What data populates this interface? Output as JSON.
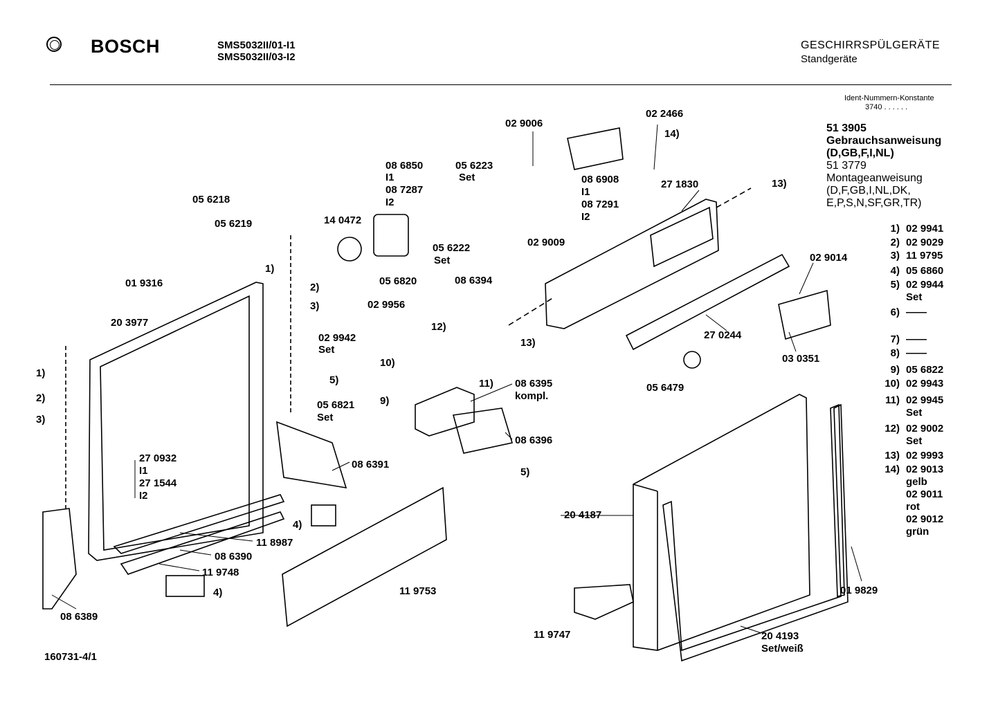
{
  "header": {
    "brand": "BOSCH",
    "models": [
      "SMS5032II/01-I1",
      "SMS5032II/03-I2"
    ],
    "category": "GESCHIRRSPÜLGERÄTE",
    "subcategory": "Standgeräte"
  },
  "ident": {
    "label": "Ident-Nummern-Konstante",
    "value": "3740  . .   . . . ."
  },
  "documents": [
    "51 3905",
    "Gebrauchsanweisung",
    "(D,GB,F,I,NL)",
    "51 3779",
    "Montageanweisung",
    "(D,F,GB,I,NL,DK,",
    "E,P,S,N,SF,GR,TR)"
  ],
  "parts_list": [
    {
      "n": "1)",
      "v": [
        "02 9941"
      ]
    },
    {
      "n": "2)",
      "v": [
        "02 9029"
      ]
    },
    {
      "n": "3)",
      "v": [
        "11 9795"
      ]
    },
    {
      "n": "4)",
      "v": [
        "05 6860"
      ]
    },
    {
      "n": "5)",
      "v": [
        "02 9944",
        "Set"
      ]
    },
    {
      "n": "6)",
      "v": [
        "——"
      ]
    },
    {
      "n": "7)",
      "v": [
        "——"
      ]
    },
    {
      "n": "8)",
      "v": [
        "——"
      ]
    },
    {
      "n": "9)",
      "v": [
        "05 6822"
      ]
    },
    {
      "n": "10)",
      "v": [
        "02 9943"
      ]
    },
    {
      "n": "11)",
      "v": [
        "02 9945",
        "Set"
      ]
    },
    {
      "n": "12)",
      "v": [
        "02 9002",
        "Set"
      ]
    },
    {
      "n": "13)",
      "v": [
        "02 9993"
      ]
    },
    {
      "n": "14)",
      "v": [
        "02 9013",
        "gelb",
        "02 9011",
        "rot",
        "02 9012",
        "grün"
      ]
    }
  ],
  "callouts": [
    "02 9006",
    "02 2466",
    "14)",
    "08 6850",
    "I1",
    "08 7287",
    "I2",
    "05 6223",
    "Set",
    "08 6908",
    "I1",
    "08 7291",
    "I2",
    "27 1830",
    "13)",
    "05 6218",
    "05 6219",
    "14 0472",
    "05 6222",
    "Set",
    "02 9009",
    "1)",
    "2)",
    "3)",
    "01 9316",
    "05 6820",
    "08 6394",
    "02 9014",
    "02 9956",
    "20 3977",
    "12)",
    "13)",
    "02 9942",
    "Set",
    "27 0244",
    "03 0351",
    "10)",
    "1)",
    "5)",
    "11)",
    "9)",
    "08 6395",
    "kompl.",
    "05 6479",
    "2)",
    "05 6821",
    "Set",
    "3)",
    "08 6396",
    "27 0932",
    "I1",
    "08 6391",
    "5)",
    "27 1544",
    "I2",
    "20 4187",
    "4)",
    "11 8987",
    "08 6390",
    "11 9748",
    "01 9829",
    "11 9753",
    "4)",
    "08 6389",
    "11 9747",
    "20 4193",
    "Set/weiß"
  ],
  "drawing_number": "160731-4/1"
}
